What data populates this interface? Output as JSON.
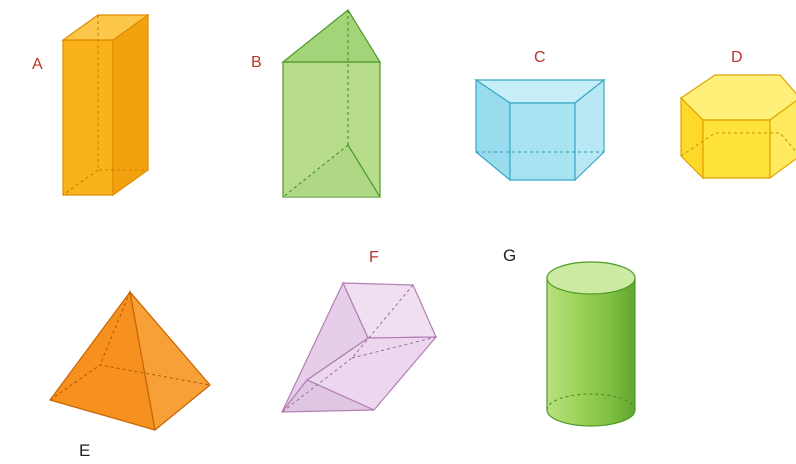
{
  "labels": {
    "a": "A",
    "b": "B",
    "c": "C",
    "d": "D",
    "e": "E",
    "f": "F",
    "g": "G"
  },
  "colors": {
    "label_red": "#b8342a",
    "label_dark": "#222222",
    "rect_prism": "#f9b21a",
    "tri_prism": "#b6dc8c",
    "trap_prism": "#a7e3f1",
    "hex_prism": "#ffe23a",
    "pyramid": "#f6901e",
    "slanted_prism": "#ecd7ee",
    "cylinder": "#9ed25a"
  }
}
